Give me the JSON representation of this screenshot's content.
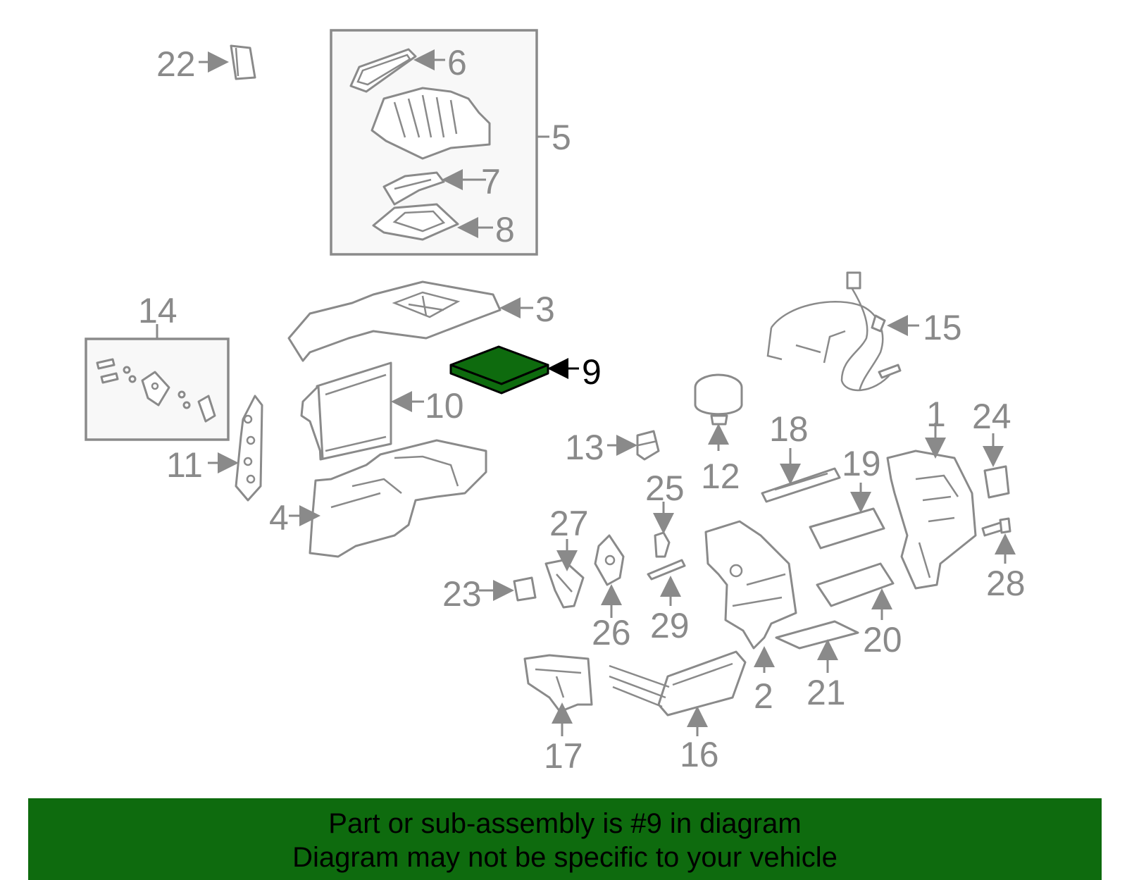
{
  "colors": {
    "highlight": "#0e6b0e",
    "part_stroke": "#8a8a8a",
    "banner_background": "#0e6b0e"
  },
  "callouts": {
    "p1": "1",
    "p2": "2",
    "p3": "3",
    "p4": "4",
    "p5": "5",
    "p6": "6",
    "p7": "7",
    "p8": "8",
    "p9": "9",
    "p10": "10",
    "p11": "11",
    "p12": "12",
    "p13": "13",
    "p14": "14",
    "p15": "15",
    "p16": "16",
    "p17": "17",
    "p18": "18",
    "p19": "19",
    "p20": "20",
    "p21": "21",
    "p22": "22",
    "p23": "23",
    "p24": "24",
    "p25": "25",
    "p26": "26",
    "p27": "27",
    "p28": "28",
    "p29": "29"
  },
  "highlighted_part": "9",
  "banner": {
    "line1": "Part or sub-assembly is #9 in diagram",
    "line2": "Diagram may not be specific to your vehicle"
  }
}
